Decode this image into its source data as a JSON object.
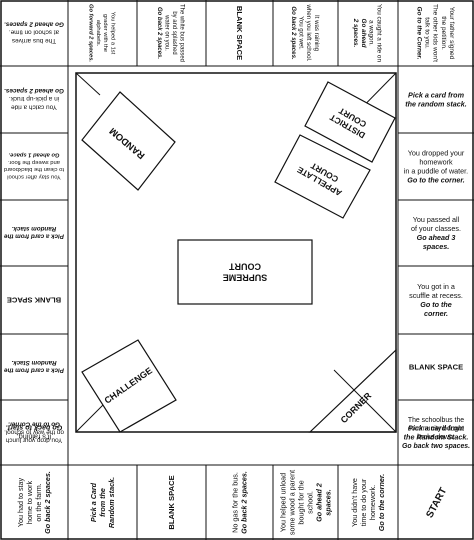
{
  "board": {
    "colors": {
      "background": "#ffffff",
      "line": "#111111",
      "text": "#111111"
    },
    "bottom_row": [
      {
        "id": "start",
        "lines": [
          {
            "t": "START",
            "b": true
          }
        ]
      },
      {
        "id": "no-homework",
        "lines": [
          {
            "t": "You didn't have"
          },
          {
            "t": "time to do your"
          },
          {
            "t": "homework."
          },
          {
            "t": "Go to the corner.",
            "b": true
          }
        ]
      },
      {
        "id": "unload-wood",
        "lines": [
          {
            "t": "You helped unload"
          },
          {
            "t": "some wood a parent"
          },
          {
            "t": "bought for the"
          },
          {
            "t": "school."
          },
          {
            "t": "Go ahead 2",
            "b": true
          },
          {
            "t": "spaces.",
            "b": true
          }
        ]
      },
      {
        "id": "no-gas",
        "lines": [
          {
            "t": "No gas for the bus."
          },
          {
            "t": "Go back 2 spaces.",
            "b": true
          }
        ]
      },
      {
        "id": "blank-bottom",
        "lines": [
          {
            "t": "BLANK SPACE",
            "b": true
          }
        ]
      },
      {
        "id": "pick-card-bottom",
        "lines": [
          {
            "t": "Pick a Card",
            "b": true
          },
          {
            "t": "from the",
            "b": true
          },
          {
            "t": "Random stack.",
            "b": true
          }
        ]
      },
      {
        "id": "farm",
        "lines": [
          {
            "t": "You had to stay"
          },
          {
            "t": "home to work"
          },
          {
            "t": "on the farm."
          },
          {
            "t": "Go back 2 spaces.",
            "b": true
          }
        ]
      }
    ],
    "top_row": [
      {
        "id": "bus-arrives",
        "lines": [
          {
            "t": "The bus arrives"
          },
          {
            "t": "at school on time."
          },
          {
            "t": "Go ahead 2 spaces.",
            "b": true
          }
        ]
      },
      {
        "id": "helped-first-grader",
        "lines": [
          {
            "t": "You helped a 1st"
          },
          {
            "t": "grader with the"
          },
          {
            "t": "alphabets."
          },
          {
            "t": "Go forward 2 spaces.",
            "b": true
          }
        ]
      },
      {
        "id": "white-bus",
        "lines": [
          {
            "t": "The white bus passed"
          },
          {
            "t": "by and splashed"
          },
          {
            "t": "water on you."
          },
          {
            "t": "Go back 2 spaces.",
            "b": true
          }
        ]
      },
      {
        "id": "blank-top",
        "lines": [
          {
            "t": "BLANK SPACE",
            "b": true
          }
        ]
      },
      {
        "id": "raining",
        "lines": [
          {
            "t": "It was raining"
          },
          {
            "t": "when you left school."
          },
          {
            "t": "You got wet."
          },
          {
            "t": "Go back 2 spaces.",
            "b": true
          }
        ]
      },
      {
        "id": "wagon-ride",
        "lines": [
          {
            "t": "You caught a ride on"
          },
          {
            "t": "a wagon."
          },
          {
            "t": "Go ahead",
            "b": true
          },
          {
            "t": "2 spaces.",
            "b": true
          }
        ]
      },
      {
        "id": "father-petition",
        "lines": [
          {
            "t": "Your father signed"
          },
          {
            "t": "the petition."
          },
          {
            "t": "The other kids won't"
          },
          {
            "t": "talk to you."
          },
          {
            "t": "Go to the Corner.",
            "b": true
          }
        ]
      }
    ],
    "left_col": [
      {
        "id": "pickup-truck",
        "lines": [
          {
            "t": "You catch a ride"
          },
          {
            "t": "in a pick-up truck."
          },
          {
            "t": "Go ahead 2 spaces.",
            "b": true
          }
        ]
      },
      {
        "id": "clean-blackboard",
        "lines": [
          {
            "t": "You stay after school"
          },
          {
            "t": "to clean the blackboard"
          },
          {
            "t": "and sweep the floor."
          },
          {
            "t": "Go ahead 1 space.",
            "b": true
          }
        ]
      },
      {
        "id": "pick-card-left-1",
        "lines": [
          {
            "t": "Pick a card from the",
            "b": true
          },
          {
            "t": "Random stack.",
            "b": true
          }
        ]
      },
      {
        "id": "blank-left",
        "lines": [
          {
            "t": "BLANK SPACE",
            "b": true
          }
        ]
      },
      {
        "id": "pick-card-left-2",
        "lines": [
          {
            "t": "Pick a card from the",
            "b": true
          },
          {
            "t": "Random Stack.",
            "b": true
          }
        ]
      },
      {
        "id": "lunch",
        "lines": [
          {
            "t": "You drop your lunch"
          },
          {
            "t": "on the way to school."
          },
          {
            "t": "Go to the Corner.",
            "b": true
          }
        ]
      },
      {
        "id": "raining-left",
        "lines": [
          {
            "t": "It's raining."
          },
          {
            "t": "Go back to start.",
            "b": true
          }
        ]
      }
    ],
    "right_col": [
      {
        "id": "pick-card-right-1",
        "lines": [
          {
            "t": "Pick a card from",
            "b": true
          },
          {
            "t": "the random stack.",
            "b": true
          }
        ]
      },
      {
        "id": "dropped-homework",
        "lines": [
          {
            "t": "You dropped your"
          },
          {
            "t": "homework"
          },
          {
            "t": "in a puddle of water."
          },
          {
            "t": "Go to the corner.",
            "b": true
          }
        ]
      },
      {
        "id": "passed-classes",
        "lines": [
          {
            "t": "You passed all"
          },
          {
            "t": "of your classes."
          },
          {
            "t": "Go ahead 3",
            "b": true
          },
          {
            "t": "spaces.",
            "b": true
          }
        ]
      },
      {
        "id": "scuffle",
        "lines": [
          {
            "t": "You got in a"
          },
          {
            "t": "scuffle at recess."
          },
          {
            "t": "Go to the",
            "b": true
          },
          {
            "t": "corner.",
            "b": true
          }
        ]
      },
      {
        "id": "blank-right",
        "lines": [
          {
            "t": "BLANK SPACE",
            "b": true
          }
        ]
      },
      {
        "id": "schoolbus",
        "lines": [
          {
            "t": "The schoolbus the"
          },
          {
            "t": "community bought"
          },
          {
            "t": "broke down."
          },
          {
            "t": "Go back two spaces.",
            "b": true
          }
        ]
      },
      {
        "id": "pick-card-right-2",
        "lines": [
          {
            "t": "Pick a card from",
            "b": true
          },
          {
            "t": "the Random Stack.",
            "b": true
          }
        ]
      }
    ],
    "center": {
      "random": "RANDOM",
      "district": [
        "DISTRICT",
        "COURT"
      ],
      "appellate": [
        "APPELLATE",
        "COURT"
      ],
      "supreme": [
        "SUPREME",
        "COURT"
      ],
      "challenge": "CHALLENGE",
      "corner": "CORNER"
    }
  }
}
